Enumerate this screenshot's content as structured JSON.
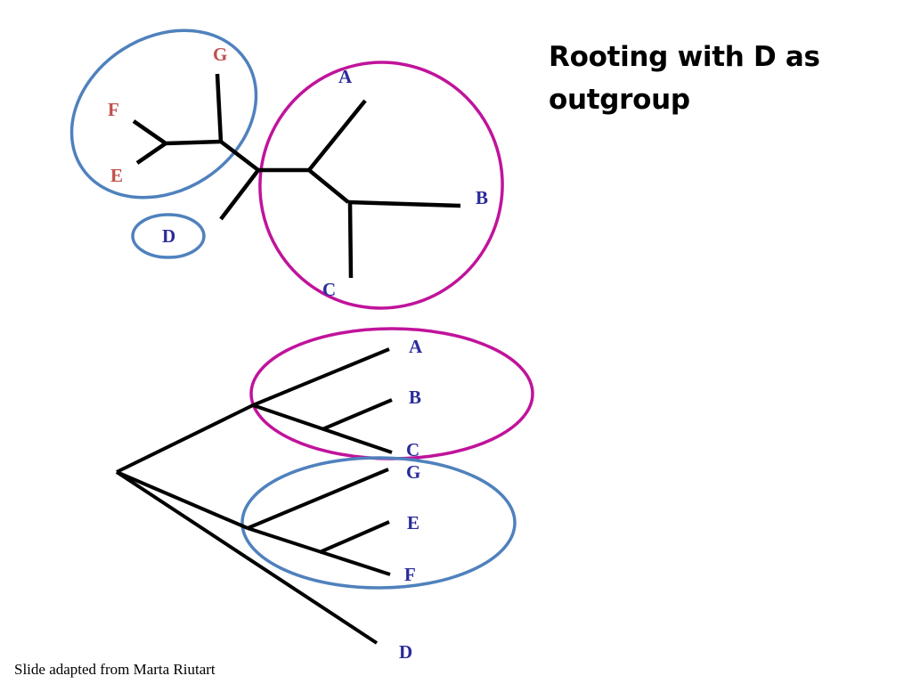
{
  "slide": {
    "title": "Rooting with D as outgroup",
    "credit": "Slide adapted from Marta Riutart"
  },
  "colors": {
    "ingroup_label": "#2b2b9c",
    "red_label": "#c0504d",
    "blue_circle": "#4f81bd",
    "magenta_circle": "#c0139b",
    "branch": "#000000"
  },
  "unrooted_tree": {
    "labels": {
      "g": "G",
      "f": "F",
      "e": "E",
      "d": "D",
      "a": "A",
      "b": "B",
      "c": "C"
    }
  },
  "rooted_tree": {
    "labels": {
      "a": "A",
      "b": "B",
      "c": "C",
      "g": "G",
      "e": "E",
      "f": "F",
      "d": "D"
    }
  }
}
